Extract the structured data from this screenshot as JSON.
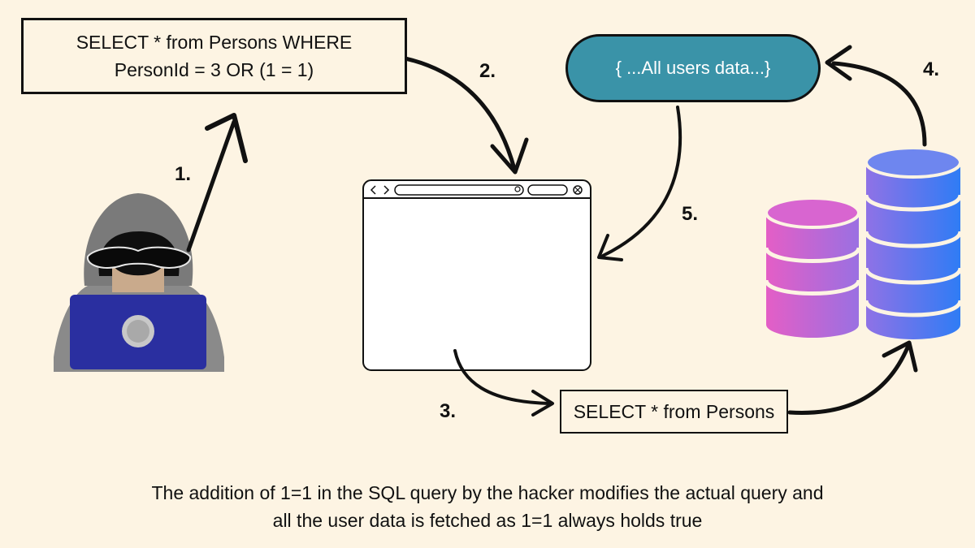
{
  "query_injected": {
    "line1": "SELECT * from Persons WHERE",
    "line2": "PersonId = 3 OR (1 = 1)"
  },
  "query_executed": "SELECT * from Persons",
  "result_data": "{ ...All users data...}",
  "steps": [
    "1.",
    "2.",
    "3.",
    "4.",
    "5."
  ],
  "caption": {
    "line1": "The addition of 1=1 in the SQL query  by the hacker modifies  the actual query and",
    "line2": "all the user data is fetched  as 1=1 always holds true"
  },
  "colors": {
    "background": "#fdf4e3",
    "result_pill": "#3a93a8",
    "db_small_gradient": [
      "#e45ec6",
      "#8f72e6"
    ],
    "db_large_gradient": [
      "#8f72e6",
      "#2f7cf5"
    ],
    "hoodie": "#7a7a7a",
    "laptop": "#2a2fa0"
  },
  "icons": [
    "hacker-icon",
    "browser-window-icon",
    "database-icon"
  ]
}
